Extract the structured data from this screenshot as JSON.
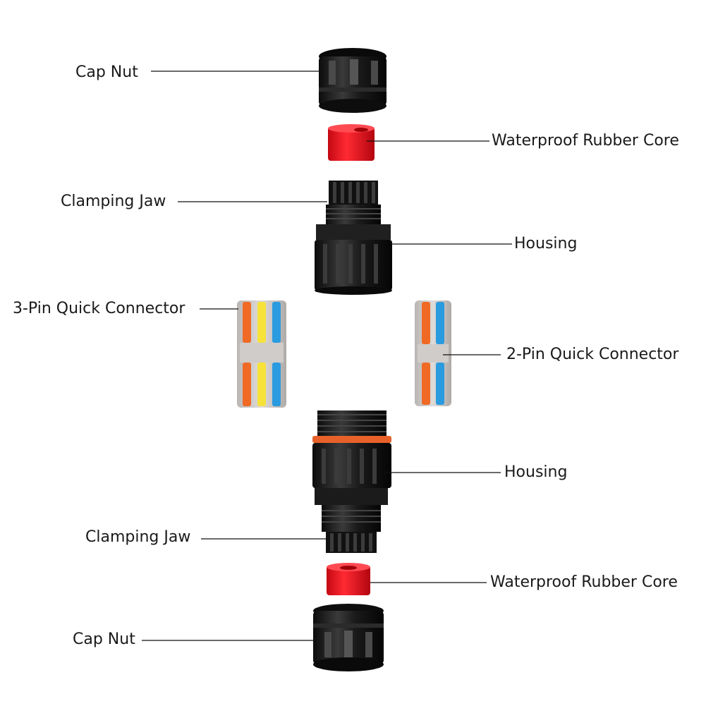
{
  "labels": {
    "cap_nut_top": "Cap Nut",
    "rubber_core_top": "Waterproof Rubber Core",
    "clamping_jaw_top": "Clamping Jaw",
    "housing_top": "Housing",
    "quick_connector_3pin": "3-Pin Quick Connector",
    "quick_connector_2pin": "2-Pin Quick Connector",
    "housing_bottom": "Housing",
    "clamping_jaw_bottom": "Clamping Jaw",
    "rubber_core_bottom": "Waterproof Rubber Core",
    "cap_nut_bottom": "Cap Nut"
  },
  "colors": {
    "plastic_black": "#1c1c1c",
    "rubber_red": "#e8121e",
    "seal_orange": "#e8612a",
    "connector_gray": "#c9c6c4",
    "lever_orange": "#f06a25",
    "lever_yellow": "#f7e23a",
    "lever_blue": "#2b9be0",
    "leader_line": "#111111"
  }
}
